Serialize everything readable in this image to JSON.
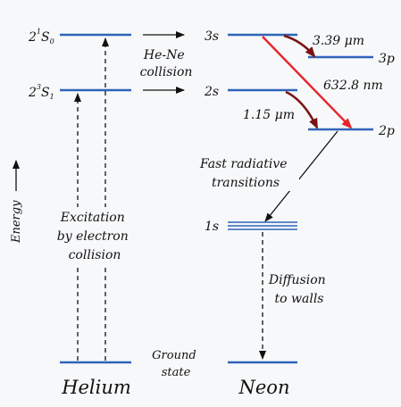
{
  "helium": {
    "name": "Helium",
    "level_upper": {
      "base": "2",
      "sup": "1",
      "letter": "S",
      "sub": "0"
    },
    "level_lower": {
      "base": "2",
      "sup": "3",
      "letter": "S",
      "sub": "1"
    },
    "excitation_lines": [
      "Excitation",
      "by electron",
      "collision"
    ]
  },
  "neon": {
    "name": "Neon",
    "levels": [
      "3s",
      "3p",
      "2s",
      "2p",
      "1s"
    ]
  },
  "collision_lines": [
    "He-Ne",
    "collision"
  ],
  "transitions": {
    "ir1": "3.39 μm",
    "red": "632.8 nm",
    "ir2": "1.15 μm"
  },
  "fast_lines": [
    "Fast radiative",
    "transitions"
  ],
  "diffusion_lines": [
    "Diffusion",
    "to walls"
  ],
  "ground_lines": [
    "Ground",
    "state"
  ],
  "energy_label": "Energy",
  "colors": {
    "level": "#2f64b8",
    "arrow": "#111111",
    "laser_red": "#e8232a",
    "laser_ir": "#7a1414"
  }
}
